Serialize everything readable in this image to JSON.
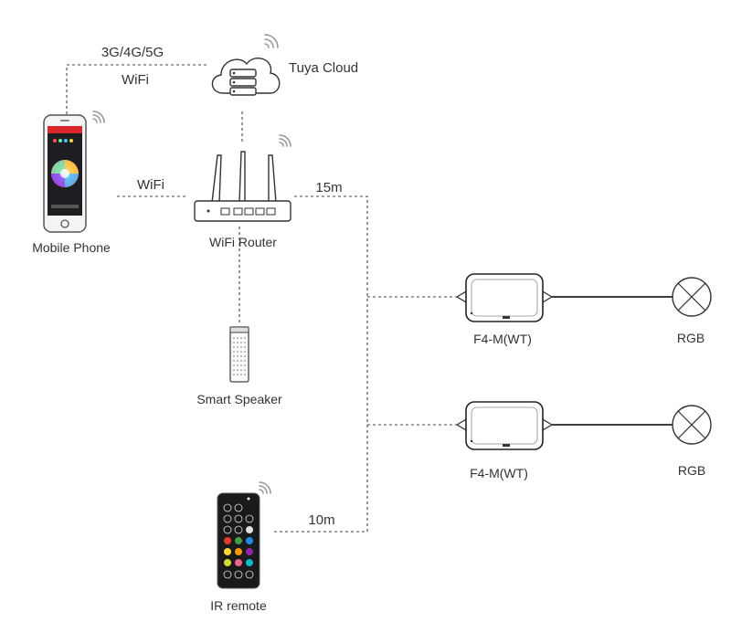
{
  "labels": {
    "network_top": "3G/4G/5G",
    "wifi_top": "WiFi",
    "cloud": "Tuya Cloud",
    "phone": "Mobile Phone",
    "wifi_mid": "WiFi",
    "router": "WiFi Router",
    "distance_router": "15m",
    "speaker": "Smart Speaker",
    "controller_1": "F4-M(WT)",
    "controller_2": "F4-M(WT)",
    "light_1": "RGB",
    "light_2": "RGB",
    "distance_remote": "10m",
    "remote": "IR remote"
  },
  "colors": {
    "line": "#444444",
    "phone_header": "#d9262a",
    "remote_body": "#1a1a1a",
    "remote_buttons": [
      "#e53935",
      "#43a047",
      "#1e88e5",
      "#fdd835",
      "#ff9800",
      "#8e24aa",
      "#00bcd4",
      "#cddc39",
      "#f06292",
      "#26a69a"
    ]
  },
  "icons": [
    "cloud-icon",
    "server-icon",
    "smartphone-icon",
    "router-icon",
    "speaker-icon",
    "controller-icon",
    "bulb-icon",
    "remote-icon",
    "wifi-signal-icon"
  ]
}
